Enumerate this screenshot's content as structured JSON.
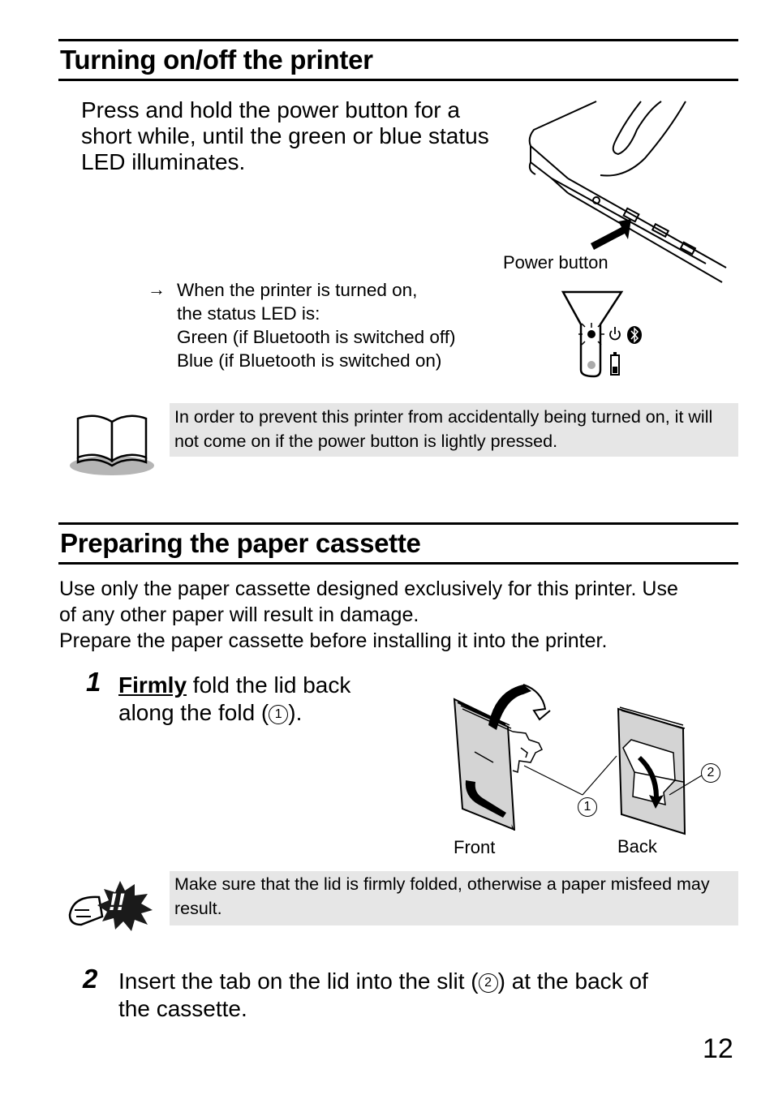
{
  "section1": {
    "title": "Turning on/off the printer",
    "instruction": "Press and hold the power button for a short while, until the green or blue status LED illuminates.",
    "power_button_caption": "Power button",
    "result_lines": [
      "When the printer is turned on,",
      "the status LED is:",
      "Green (if Bluetooth is switched off)",
      "Blue (if Bluetooth is switched on)"
    ],
    "note": "In order to prevent this printer from accidentally being turned on, it will not come on if the power button is lightly pressed."
  },
  "section2": {
    "title": "Preparing the paper cassette",
    "intro_lines": [
      "Use only the paper cassette designed exclusively for this printer. Use",
      "of any other paper will result in damage.",
      "Prepare the paper cassette before installing it into the printer."
    ],
    "step1": {
      "number": "1",
      "emphasis": "Firmly",
      "text_a": " fold the lid back",
      "text_b": "along the fold (",
      "marker": "1",
      "text_c": ")."
    },
    "figure": {
      "front_caption": "Front",
      "back_caption": "Back",
      "marker1": "1",
      "marker2": "2"
    },
    "warning": "Make sure that the lid is firmly folded, otherwise a paper misfeed may result.",
    "warning_icon_text": "!!",
    "step2": {
      "number": "2",
      "text_a": "Insert the tab on the lid into the slit (",
      "marker": "2",
      "text_b": ") at the back of",
      "text_c": "the cassette."
    }
  },
  "page_number": "12"
}
